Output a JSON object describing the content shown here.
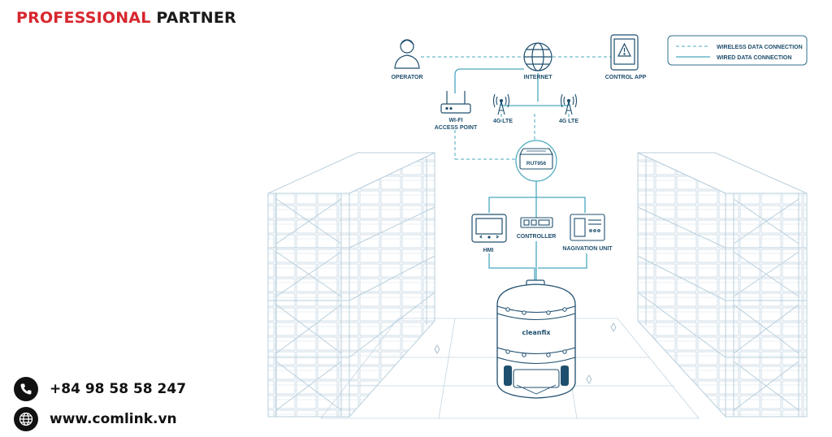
{
  "brand": {
    "part1": "PROFESSIONAL",
    "part2": "PARTNER"
  },
  "contacts": {
    "phone": "+84 98 58 58 247",
    "website": "www.comlink.vn"
  },
  "legend": {
    "wireless": "WIRELESS DATA CONNECTION",
    "wired": "WIRED DATA CONNECTION"
  },
  "nodes": {
    "operator": "OPERATOR",
    "internet": "INTERNET",
    "control_app": "CONTROL APP",
    "wifi_line1": "WI-FI",
    "wifi_line2": "ACCESS POINT",
    "lte_left": "4G LTE",
    "lte_right": "4G LTE",
    "router": "RUT956",
    "hmi": "HMI",
    "controller": "CONTROLLER",
    "navigation": "NAGIVATION UNIT",
    "robot_brand": "cleanfix"
  },
  "colors": {
    "brand_red": "#d7262e",
    "line": "#4aa8bf",
    "outline": "#1f4f6e",
    "shelf": "#b9cfdd"
  }
}
